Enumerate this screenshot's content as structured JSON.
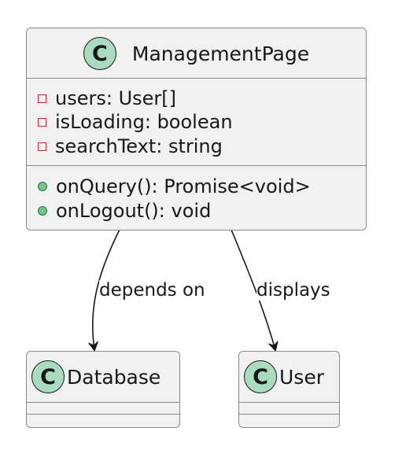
{
  "diagram": {
    "classes": {
      "management_page": {
        "stereotype": "C",
        "name": "ManagementPage",
        "attributes": [
          {
            "visibility": "private",
            "text": "users: User[]"
          },
          {
            "visibility": "private",
            "text": "isLoading: boolean"
          },
          {
            "visibility": "private",
            "text": "searchText: string"
          }
        ],
        "methods": [
          {
            "visibility": "public",
            "text": "onQuery(): Promise<void>"
          },
          {
            "visibility": "public",
            "text": "onLogout(): void"
          }
        ]
      },
      "database": {
        "stereotype": "C",
        "name": "Database"
      },
      "user": {
        "stereotype": "C",
        "name": "User"
      }
    },
    "relations": {
      "depends_on": {
        "from": "ManagementPage",
        "to": "Database",
        "label": "depends on"
      },
      "displays": {
        "from": "ManagementPage",
        "to": "User",
        "label": "displays"
      }
    },
    "colors": {
      "class_fill": "#f1f1f1",
      "class_border": "#8a8a8a",
      "stereotype_circle": "#a9dcbf",
      "private_marker": "#c82930",
      "public_marker": "#84be84",
      "arrow": "#181818"
    }
  }
}
